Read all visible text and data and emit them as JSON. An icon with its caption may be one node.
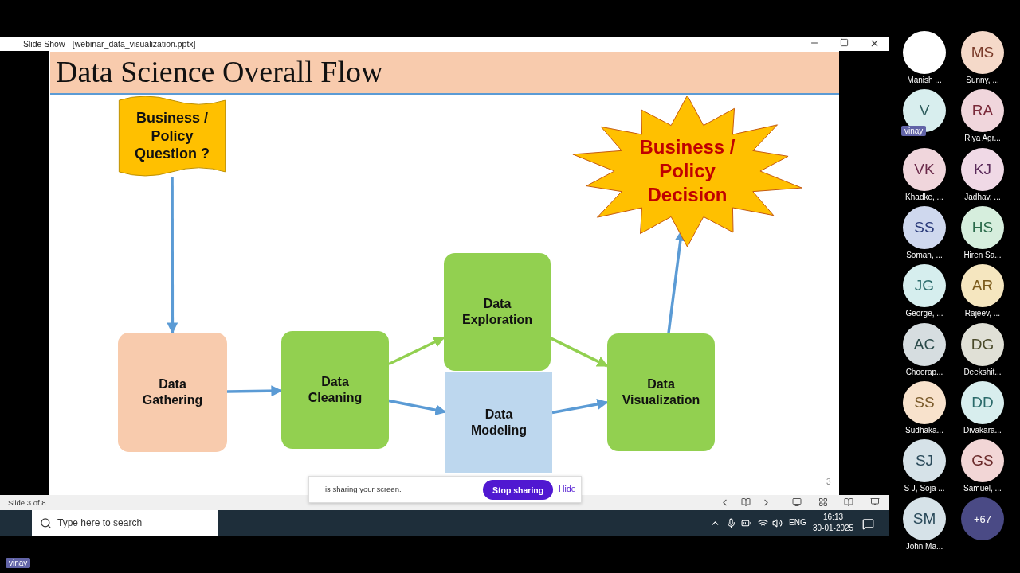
{
  "diagram": {
    "title": "Data Science Overall Flow",
    "nodes": [
      {
        "text": [
          "Business / Policy Question ?"
        ]
      },
      {
        "text": [
          "Data Gathering"
        ]
      },
      {
        "text": [
          "Data Cleaning"
        ]
      },
      {
        "text": [
          "Data Exploration"
        ]
      },
      {
        "text": [
          "Data Modeling"
        ]
      },
      {
        "text": [
          "Data Visualization"
        ]
      },
      {
        "text": [
          "Business / Policy Decision"
        ]
      }
    ],
    "edges": [
      {
        "from": 0,
        "to": 1,
        "arrow": "to"
      },
      {
        "from": 1,
        "to": 2,
        "arrow": "to"
      },
      {
        "from": 2,
        "to": 3,
        "arrow": "to",
        "color": "#92d050"
      },
      {
        "from": 2,
        "to": 4,
        "arrow": "to"
      },
      {
        "from": 3,
        "to": 5,
        "arrow": "to",
        "color": "#92d050"
      },
      {
        "from": 4,
        "to": 5,
        "arrow": "to"
      },
      {
        "from": 5,
        "to": 6,
        "arrow": "to"
      }
    ],
    "labels": [
      "Slide Show - [webinar_data_visualization.pptx]",
      "3",
      "Slide 3 of 8",
      "is sharing your screen.",
      "Stop sharing",
      "Hide",
      "Type here to search",
      "ENG",
      "16:13",
      "30-01-2025",
      "Manish ...",
      "MS",
      "Sunny, ...",
      "V",
      "vinay",
      "RA",
      "Riya Agr...",
      "VK",
      "Khadke, ...",
      "KJ",
      "Jadhav, ...",
      "SS",
      "Soman, ...",
      "HS",
      "Hiren Sa...",
      "JG",
      "George, ...",
      "AR",
      "Rajeev, ...",
      "AC",
      "Choorap...",
      "DG",
      "Deekshit...",
      "SS",
      "Sudhaka...",
      "DD",
      "Divakara...",
      "SJ",
      "S J, Soja ...",
      "GS",
      "Samuel, ...",
      "SM",
      "John Ma...",
      "+67",
      "vinay"
    ]
  }
}
